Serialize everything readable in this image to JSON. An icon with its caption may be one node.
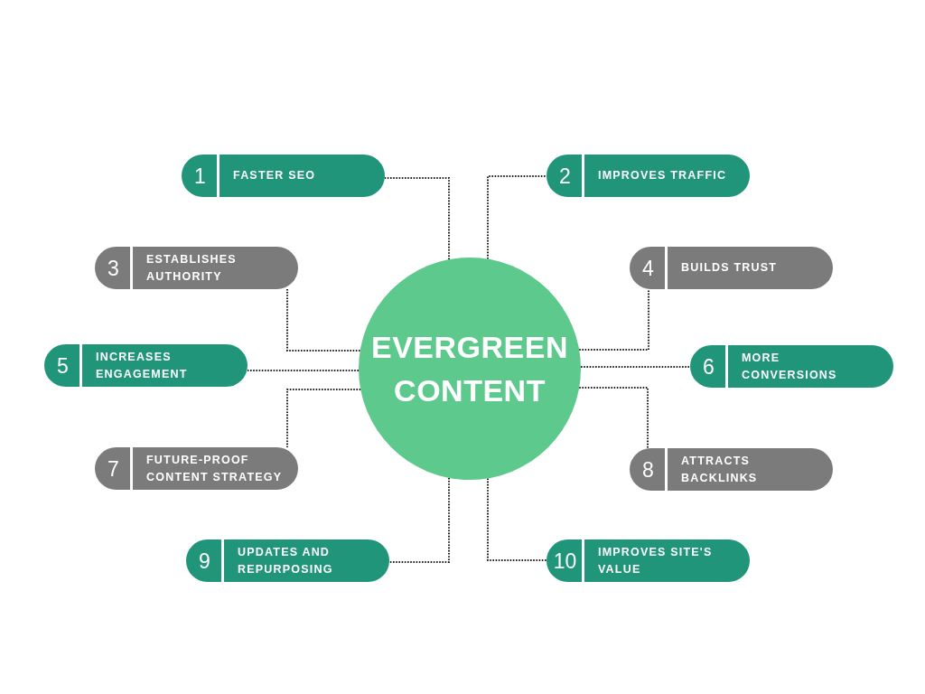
{
  "diagram": {
    "nodes": [
      {
        "text": [
          "EVERGREEN CONTENT"
        ]
      },
      {
        "text": [
          "1",
          "FASTER SEO"
        ]
      },
      {
        "text": [
          "2",
          "IMPROVES TRAFFIC"
        ]
      },
      {
        "text": [
          "3",
          "ESTABLISHES AUTHORITY"
        ]
      },
      {
        "text": [
          "4",
          "BUILDS TRUST"
        ]
      },
      {
        "text": [
          "5",
          "INCREASES ENGAGEMENT"
        ]
      },
      {
        "text": [
          "6",
          "MORE CONVERSIONS"
        ]
      },
      {
        "text": [
          "7",
          "FUTURE-PROOF CONTENT STRATEGY"
        ]
      },
      {
        "text": [
          "8",
          "ATTRACTS BACKLINKS"
        ]
      },
      {
        "text": [
          "9",
          "UPDATES AND REPURPOSING"
        ]
      },
      {
        "text": [
          "10",
          "IMPROVES SITE'S VALUE"
        ]
      }
    ],
    "edges": [
      {
        "from": 0,
        "to": 1,
        "arrow": "none"
      },
      {
        "from": 0,
        "to": 2,
        "arrow": "none"
      },
      {
        "from": 0,
        "to": 3,
        "arrow": "none"
      },
      {
        "from": 0,
        "to": 4,
        "arrow": "none"
      },
      {
        "from": 0,
        "to": 5,
        "arrow": "none"
      },
      {
        "from": 0,
        "to": 6,
        "arrow": "none"
      },
      {
        "from": 0,
        "to": 7,
        "arrow": "none"
      },
      {
        "from": 0,
        "to": 8,
        "arrow": "none"
      },
      {
        "from": 0,
        "to": 9,
        "arrow": "none"
      },
      {
        "from": 0,
        "to": 10,
        "arrow": "none"
      }
    ]
  }
}
